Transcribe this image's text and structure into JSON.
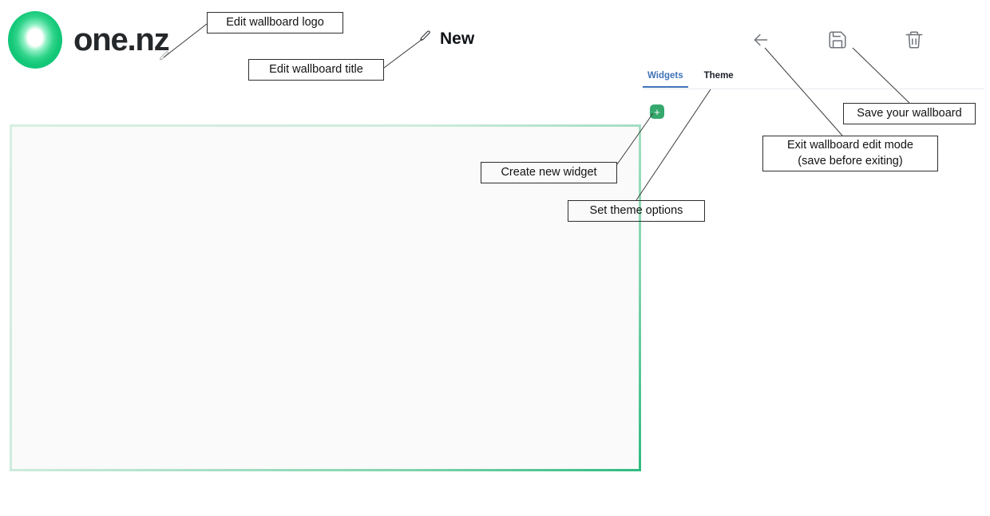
{
  "brand": {
    "name": "one.nz",
    "logo_icon": "one-nz-ring-logo",
    "accent_color": "#12c477"
  },
  "header": {
    "wallboard_title": "New",
    "title_edit_icon": "pencil-icon",
    "logo_edit_icon": "pencil-icon",
    "actions": [
      {
        "name": "back",
        "icon": "arrow-left-icon"
      },
      {
        "name": "save",
        "icon": "floppy-disk-icon"
      },
      {
        "name": "delete",
        "icon": "trash-icon"
      }
    ]
  },
  "panel": {
    "tabs": [
      {
        "label": "Widgets",
        "active": true
      },
      {
        "label": "Theme",
        "active": false
      }
    ],
    "active_tab_color": "#3f72b8",
    "add_widget_label": "+",
    "add_widget_icon": "plus-icon",
    "add_widget_color": "#36a86e"
  },
  "canvas": {
    "background": "#fafafa",
    "border_color": "#2fbb81"
  },
  "annotations": [
    {
      "id": "logo",
      "text": "Edit wallboard logo"
    },
    {
      "id": "title",
      "text": "Edit wallboard title"
    },
    {
      "id": "widget",
      "text": "Create new widget"
    },
    {
      "id": "theme",
      "text": "Set theme options"
    },
    {
      "id": "save",
      "text": "Save your wallboard"
    },
    {
      "id": "exit",
      "text": "Exit wallboard edit mode\n(save before exiting)"
    }
  ]
}
